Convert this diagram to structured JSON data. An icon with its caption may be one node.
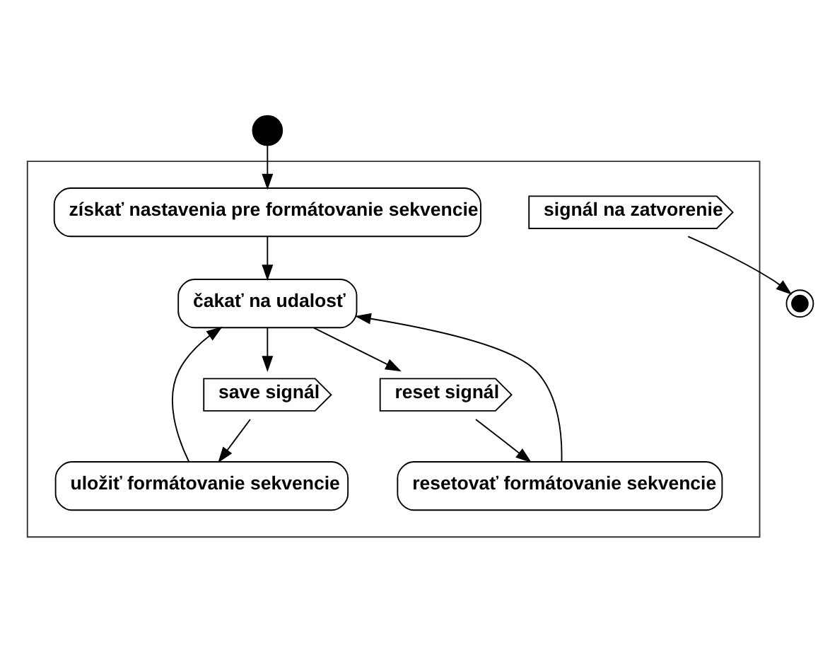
{
  "diagram": {
    "nodes": [
      {
        "text": [],
        "shape": "circle"
      },
      {
        "text": [],
        "shape": "box"
      },
      {
        "text": [
          "získať nastavenia pre formátovanie sekvencie"
        ],
        "in": 1
      },
      {
        "text": [
          "save signál"
        ],
        "in": 1
      },
      {
        "text": [
          "uložiť formátovanie sekvencie"
        ],
        "in": 1
      },
      {
        "text": [
          "čakať na udalosť"
        ],
        "in": 1
      },
      {
        "text": [
          "reset signál"
        ],
        "in": 1
      },
      {
        "text": [
          "resetovať formátovanie sekvencie"
        ],
        "in": 1
      },
      {
        "text": [
          "signál na zatvorenie"
        ],
        "in": 1
      },
      {
        "text": [],
        "shape": "circle"
      }
    ],
    "edges": [
      {
        "from": 0,
        "to": 2,
        "arrow": "to"
      },
      {
        "from": 2,
        "to": 5,
        "arrow": "to"
      },
      {
        "from": 4,
        "to": 5,
        "arrow": "to"
      },
      {
        "from": 5,
        "to": 3,
        "arrow": "to"
      },
      {
        "from": 5,
        "to": 6,
        "arrow": "to"
      },
      {
        "from": 3,
        "to": 4,
        "arrow": "to"
      },
      {
        "from": 6,
        "to": 7,
        "arrow": "to"
      },
      {
        "from": 7,
        "to": 5,
        "arrow": "to"
      },
      {
        "from": 8,
        "to": 9,
        "arrow": "to"
      }
    ]
  }
}
